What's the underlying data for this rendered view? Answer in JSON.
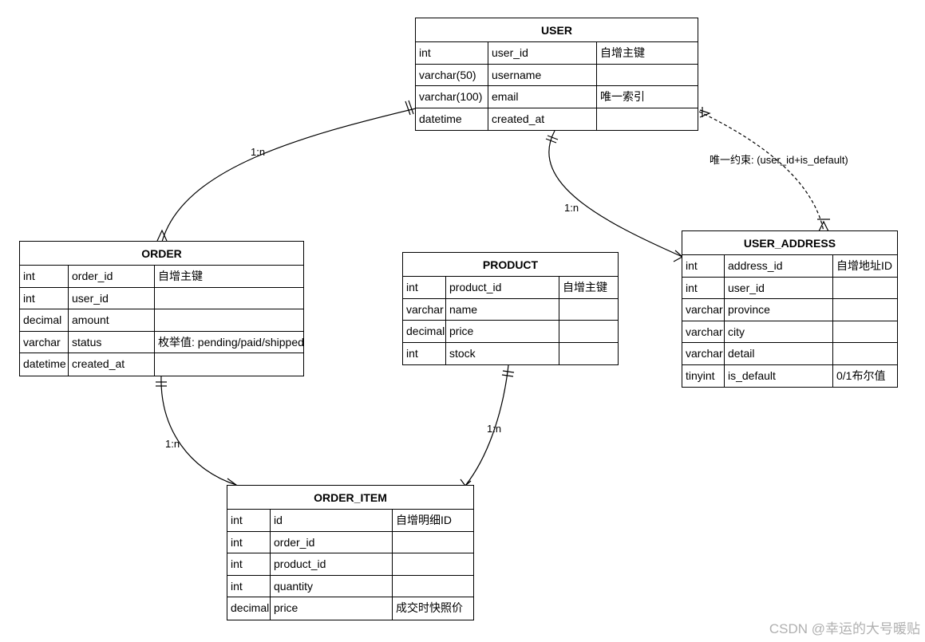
{
  "entities": {
    "user": {
      "name": "USER",
      "rows": [
        [
          "int",
          "user_id",
          "自增主键"
        ],
        [
          "varchar(50)",
          "username",
          ""
        ],
        [
          "varchar(100)",
          "email",
          "唯一索引"
        ],
        [
          "datetime",
          "created_at",
          ""
        ]
      ]
    },
    "order": {
      "name": "ORDER",
      "rows": [
        [
          "int",
          "order_id",
          "自增主键"
        ],
        [
          "int",
          "user_id",
          ""
        ],
        [
          "decimal",
          "amount",
          ""
        ],
        [
          "varchar",
          "status",
          "枚举值: pending/paid/shipped"
        ],
        [
          "datetime",
          "created_at",
          ""
        ]
      ]
    },
    "product": {
      "name": "PRODUCT",
      "rows": [
        [
          "int",
          "product_id",
          "自增主键"
        ],
        [
          "varchar",
          "name",
          ""
        ],
        [
          "decimal",
          "price",
          ""
        ],
        [
          "int",
          "stock",
          ""
        ]
      ]
    },
    "user_address": {
      "name": "USER_ADDRESS",
      "rows": [
        [
          "int",
          "address_id",
          "自增地址ID"
        ],
        [
          "int",
          "user_id",
          ""
        ],
        [
          "varchar",
          "province",
          ""
        ],
        [
          "varchar",
          "city",
          ""
        ],
        [
          "varchar",
          "detail",
          ""
        ],
        [
          "tinyint",
          "is_default",
          "0/1布尔值"
        ]
      ]
    },
    "order_item": {
      "name": "ORDER_ITEM",
      "rows": [
        [
          "int",
          "id",
          "自增明细ID"
        ],
        [
          "int",
          "order_id",
          ""
        ],
        [
          "int",
          "product_id",
          ""
        ],
        [
          "int",
          "quantity",
          ""
        ],
        [
          "decimal",
          "price",
          "成交时快照价"
        ]
      ]
    }
  },
  "relationships": {
    "user_order": "1:n",
    "user_address": "1:n",
    "unique_constraint": "唯一约束: (user_id+is_default)",
    "order_item": "1:n",
    "product_item": "1:n"
  },
  "watermark": "CSDN @幸运的大号暖贴",
  "colors": {
    "line": "#000000",
    "background": "#ffffff",
    "watermark": "#b0b0b0"
  }
}
